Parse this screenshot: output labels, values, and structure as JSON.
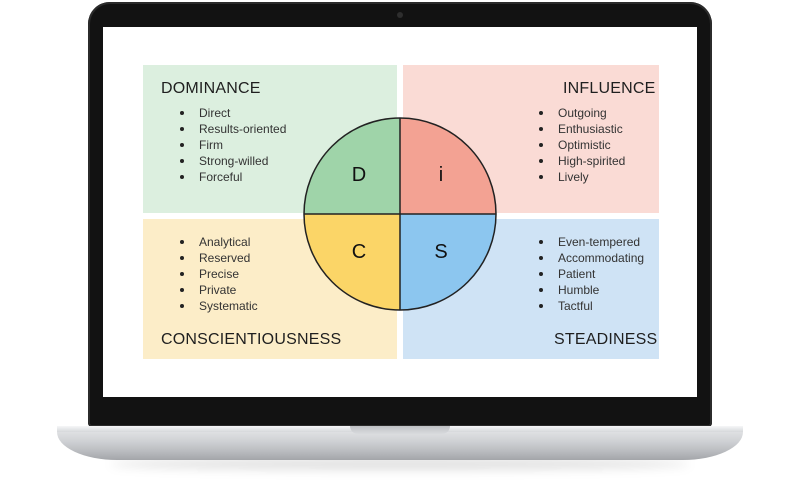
{
  "diagram": {
    "center_letters": {
      "d": "D",
      "i": "i",
      "c": "C",
      "s": "S"
    },
    "quadrants": {
      "dominance": {
        "title": "DOMINANCE",
        "traits": [
          "Direct",
          "Results-oriented",
          "Firm",
          "Strong-willed",
          "Forceful"
        ]
      },
      "influence": {
        "title": "INFLUENCE",
        "traits": [
          "Outgoing",
          "Enthusiastic",
          "Optimistic",
          "High-spirited",
          "Lively"
        ]
      },
      "conscientiousness": {
        "title": "CONSCIENTIOUSNESS",
        "traits": [
          "Analytical",
          "Reserved",
          "Precise",
          "Private",
          "Systematic"
        ]
      },
      "steadiness": {
        "title": "STEADINESS",
        "traits": [
          "Even-tempered",
          "Accommodating",
          "Patient",
          "Humble",
          "Tactful"
        ]
      }
    },
    "colors": {
      "dominance_bg": "#dcefdf",
      "dominance_circle": "#9fd4a9",
      "influence_bg": "#fadbd5",
      "influence_circle": "#f3a293",
      "conscientiousness_bg": "#fcedc8",
      "conscientiousness_circle": "#fbd567",
      "steadiness_bg": "#cfe3f5",
      "steadiness_circle": "#8cc6ef"
    }
  }
}
